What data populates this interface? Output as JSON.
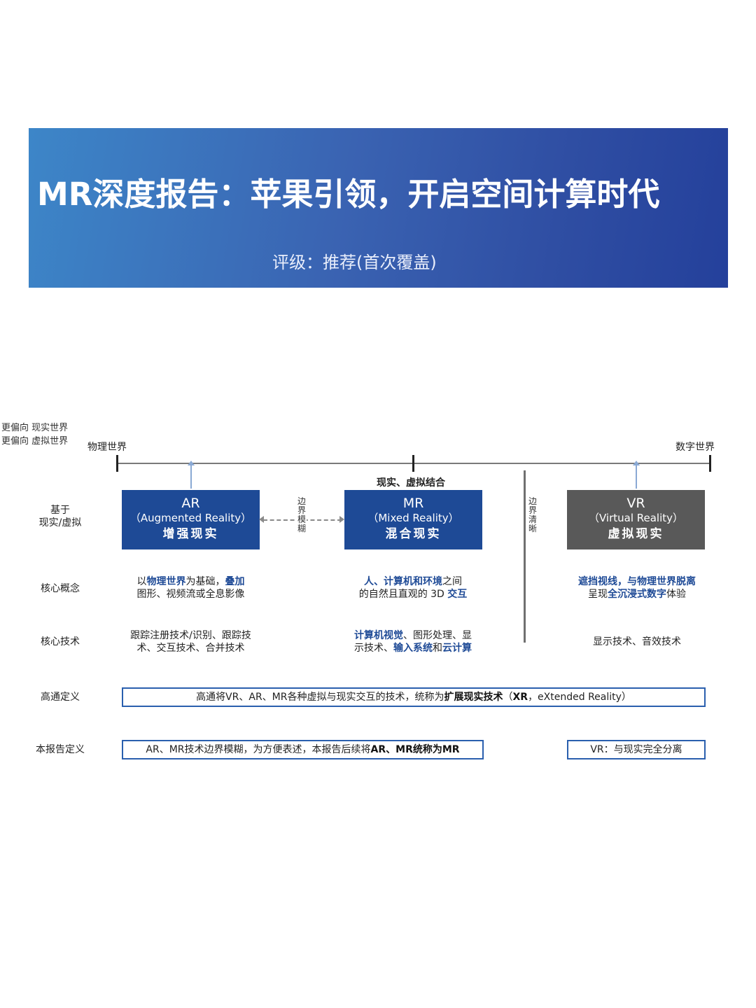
{
  "header": {
    "title": "MR深度报告：苹果引领，开启空间计算时代",
    "subtitle": "评级：推荐(首次覆盖)"
  },
  "axis": {
    "left_label": "物理世界",
    "right_label": "数字世界",
    "center_label": "现实、虚拟结合",
    "left_note": "更偏向 现实世界",
    "right_note": "更偏向 虚拟世界"
  },
  "rows": {
    "basis": "基于\n现实/虚拟",
    "concept": "核心概念",
    "tech": "核心技术",
    "qualcomm": "高通定义",
    "report": "本报告定义"
  },
  "boxes": {
    "ar": {
      "abbr": "AR",
      "full": "（Augmented Reality）",
      "cn": "增强现实"
    },
    "mr": {
      "abbr": "MR",
      "full": "（Mixed Reality）",
      "cn": "混合现实"
    },
    "vr": {
      "abbr": "VR",
      "full": "（Virtual Reality）",
      "cn": "虚拟现实"
    }
  },
  "boundary": {
    "blurred": "边界模糊",
    "clear": "边界清晰"
  },
  "concept": {
    "ar": {
      "p1": "以",
      "b1": "物理世界",
      "p2": "为基础，",
      "b2": "叠加",
      "line2": "图形、视频流或全息影像"
    },
    "mr": {
      "b1": "人、计算机和环境",
      "p1": "之间",
      "p2": "的自然且直观的 3D ",
      "b2": "交互"
    },
    "vr": {
      "b1": "遮挡视线，与物理世界脱离",
      "p1": "呈现",
      "b2": "全沉浸式数字",
      "p2": "体验"
    }
  },
  "tech": {
    "ar": "跟踪注册技术/识别、跟踪技术、交互技术、合并技术",
    "mr": {
      "b1": "计算机视觉",
      "p1": "、图形处理、显",
      "p2": "示技术、",
      "b2": "输入系统",
      "p3": "和",
      "b3": "云计算"
    },
    "vr": "显示技术、音效技术"
  },
  "qualcomm_def": {
    "p1": "高通将VR、AR、MR各种虚拟与现实交互的技术，统称为",
    "b1": "扩展现实技术",
    "p2": "（",
    "b2": "XR",
    "p3": "，eXtended Reality）"
  },
  "report_def": {
    "mr": {
      "p1": "AR、MR技术边界模糊，为方便表述，本报告后续将",
      "b1": "AR、MR统称为MR"
    },
    "vr": "VR：与现实完全分离"
  },
  "colors": {
    "banner_start": "#3d86c8",
    "banner_end": "#24409b",
    "box_blue": "#1e4a96",
    "box_grey": "#595959",
    "highlight": "#1e4a96"
  }
}
